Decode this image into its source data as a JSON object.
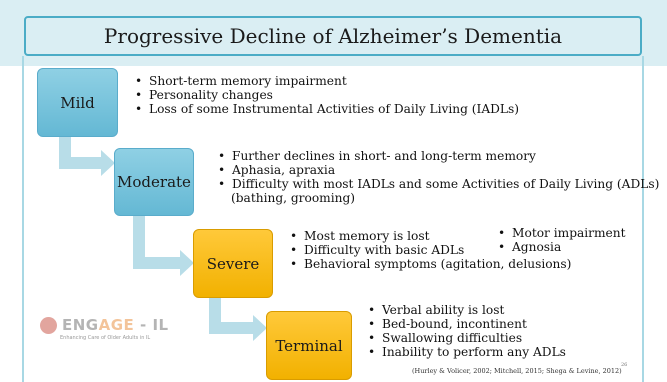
{
  "title": "Progressive Decline of Alzheimer’s Dementia",
  "stages": [
    {
      "label": "Mild",
      "bullets": [
        "Short-term memory impairment",
        "Personality changes",
        "Loss of some Instrumental Activities of Daily Living (IADLs)"
      ]
    },
    {
      "label": "Moderate",
      "bullets": [
        "Further declines in short- and long-term memory",
        "Aphasia, apraxia",
        "Difficulty with most IADLs and some Activities of Daily Living (ADLs)"
      ],
      "continuation": "(bathing, grooming)"
    },
    {
      "label": "Severe",
      "bullets_col1": [
        "Most memory is lost",
        "Difficulty with basic ADLs"
      ],
      "bullets_col2": [
        "Motor impairment",
        "Agnosia"
      ],
      "bullet_wide": "Behavioral symptoms (agitation, delusions)"
    },
    {
      "label": "Terminal",
      "bullets": [
        "Verbal ability is lost",
        "Bed-bound, incontinent",
        "Swallowing difficulties",
        "Inability to perform any ADLs"
      ]
    }
  ],
  "citation": "(Hurley & Volicer, 2002; Mitchell, 2015; Shega & Levine, 2012)",
  "page_number": "26",
  "logo": {
    "text_main": "ENG",
    "text_accent": "AGE",
    "text_tail": " - IL",
    "tagline": "Enhancing Care of Older Adults in IL"
  },
  "colors": {
    "blue_stage": "#64b8d4",
    "gold_stage": "#f2b100",
    "arrow": "#b8dde8",
    "title_border": "#4bacc6"
  }
}
